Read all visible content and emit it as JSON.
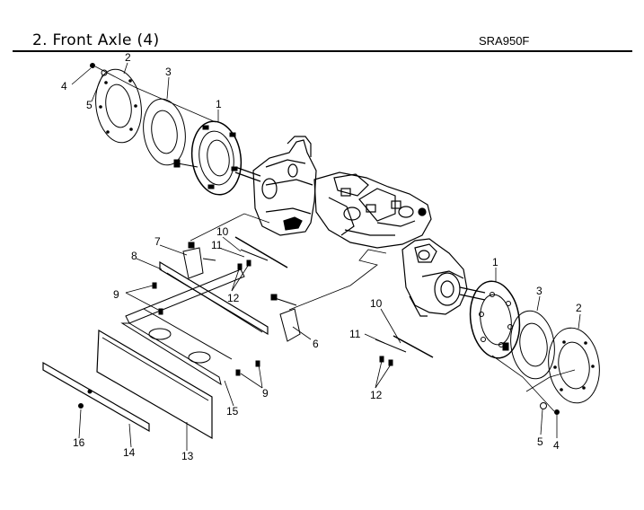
{
  "header": {
    "title": "2. Front Axle (4)",
    "model_code": "SRA950F"
  },
  "callouts": [
    "1",
    "2",
    "3",
    "4",
    "5",
    "6",
    "7",
    "8",
    "9",
    "10",
    "11",
    "12",
    "13",
    "14",
    "15",
    "16"
  ],
  "colors": {
    "line": "#000000",
    "background": "#ffffff"
  }
}
